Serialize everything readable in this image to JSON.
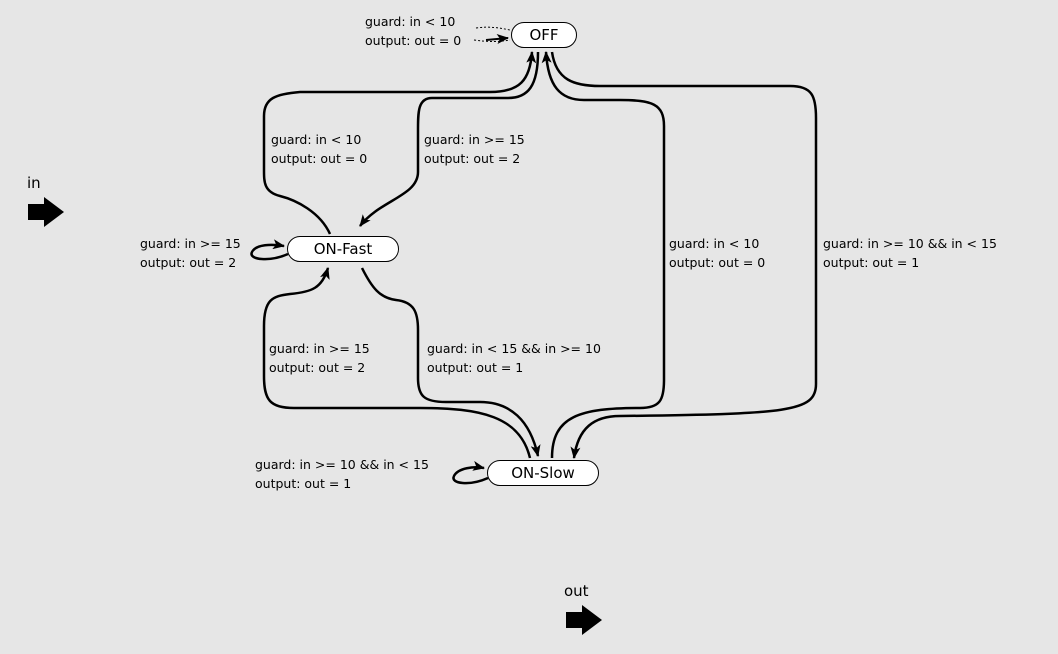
{
  "ports": {
    "input": {
      "name": "in"
    },
    "output": {
      "name": "out"
    }
  },
  "states": {
    "off": "OFF",
    "on_fast": "ON-Fast",
    "on_slow": "ON-Slow"
  },
  "transitions": {
    "off_self": {
      "guard": "guard: in < 10",
      "output": "output: out = 0"
    },
    "fast_to_off": {
      "guard": "guard: in < 10",
      "output": "output: out = 0"
    },
    "off_to_fast": {
      "guard": "guard: in >= 15",
      "output": "output: out = 2"
    },
    "fast_self": {
      "guard": "guard: in >= 15",
      "output": "output: out = 2"
    },
    "slow_to_fast": {
      "guard": "guard: in >= 15",
      "output": "output: out = 2"
    },
    "fast_to_slow": {
      "guard": "guard: in < 15 && in >= 10",
      "output": "output: out = 1"
    },
    "slow_to_off": {
      "guard": "guard: in < 10",
      "output": "output: out = 0"
    },
    "off_to_slow": {
      "guard": "guard: in >= 10 && in < 15",
      "output": "output: out = 1"
    },
    "slow_self": {
      "guard": "guard: in >= 10 && in < 15",
      "output": "output: out = 1"
    }
  },
  "colors": {
    "background": "#e6e6e6",
    "stroke": "#000000",
    "state_fill": "#ffffff"
  }
}
